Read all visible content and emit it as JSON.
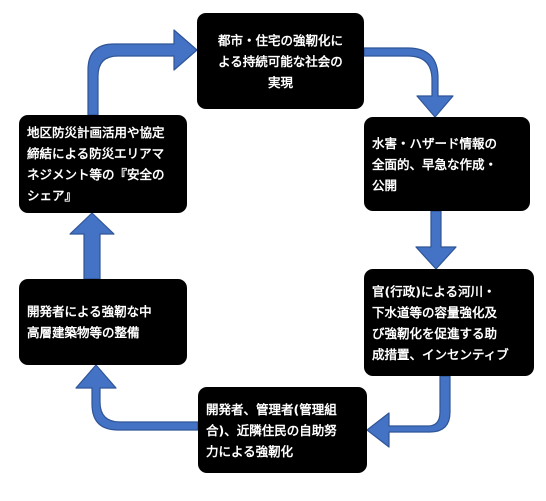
{
  "colors": {
    "box_fill": "#000000",
    "box_text": "#ffffff",
    "arrow": "#4472c4",
    "arrow_border": "#2f5597"
  },
  "nodes": [
    {
      "id": "n1",
      "text": "都市・住宅の強靭化に\nよる持続可能な社会の\n実現"
    },
    {
      "id": "n2",
      "text": "水害・ハザード情報の\n全面的、早急な作成・\n公開"
    },
    {
      "id": "n3",
      "text": "官(行政)による河川・\n下水道等の容量強化及\nび強靭化を促進する助\n成措置、インセンティブ"
    },
    {
      "id": "n4",
      "text": "開発者、管理者(管理組\n合)、近隣住民の自助努\n力による強靭化"
    },
    {
      "id": "n5",
      "text": "開発者による強靭な中\n高層建築物等の整備"
    },
    {
      "id": "n6",
      "text": "地区防災計画活用や協定\n締結による防災エリアマ\nネジメント等の『安全の\nシェア』"
    }
  ],
  "flow": [
    "n1",
    "n2",
    "n3",
    "n4",
    "n5",
    "n6",
    "n1"
  ]
}
